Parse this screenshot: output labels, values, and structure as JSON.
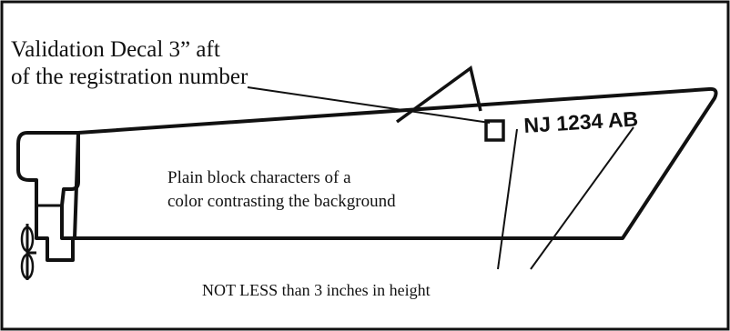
{
  "callouts": {
    "decal_line1": "Validation Decal 3” aft",
    "decal_line2": "of the registration number",
    "characters_line1": "Plain block characters of a",
    "characters_line2": "color contrasting the background",
    "height_note": "NOT LESS than 3 inches in height"
  },
  "registration_number": "NJ 1234 AB",
  "colors": {
    "ink": "#111111",
    "background": "#ffffff"
  }
}
